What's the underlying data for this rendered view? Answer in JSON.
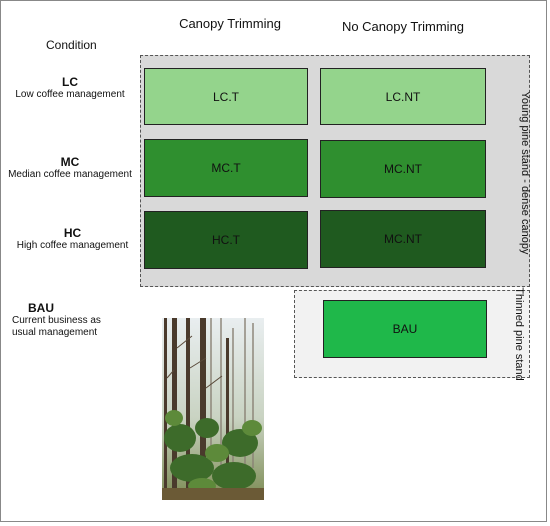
{
  "headers": {
    "condition": "Condition",
    "canopy_trimming": "Canopy Trimming",
    "no_canopy_trimming": "No Canopy Trimming"
  },
  "conditions": [
    {
      "code": "LC",
      "desc": "Low coffee management"
    },
    {
      "code": "MC",
      "desc": "Median coffee management"
    },
    {
      "code": "HC",
      "desc": "High coffee management"
    },
    {
      "code": "BAU",
      "desc": "Current business as usual management"
    }
  ],
  "cells": {
    "lc_t": "LC.T",
    "lc_nt": "LC.NT",
    "mc_t": "MC.T",
    "mc_nt": "MC.NT",
    "hc_t": "HC.T",
    "hc_nt": "MC.NT",
    "bau": "BAU"
  },
  "regions": {
    "young_pine": "Young pine stand - dense canopy",
    "thinned_pine": "Thinned pine stand"
  },
  "colors": {
    "lc": "#94d48c",
    "mc": "#2f8f2f",
    "hc": "#1f5a1f",
    "bau": "#1fb84a",
    "region_bg": "#d9d9d9",
    "thinned_bg": "#f2f2f2"
  }
}
